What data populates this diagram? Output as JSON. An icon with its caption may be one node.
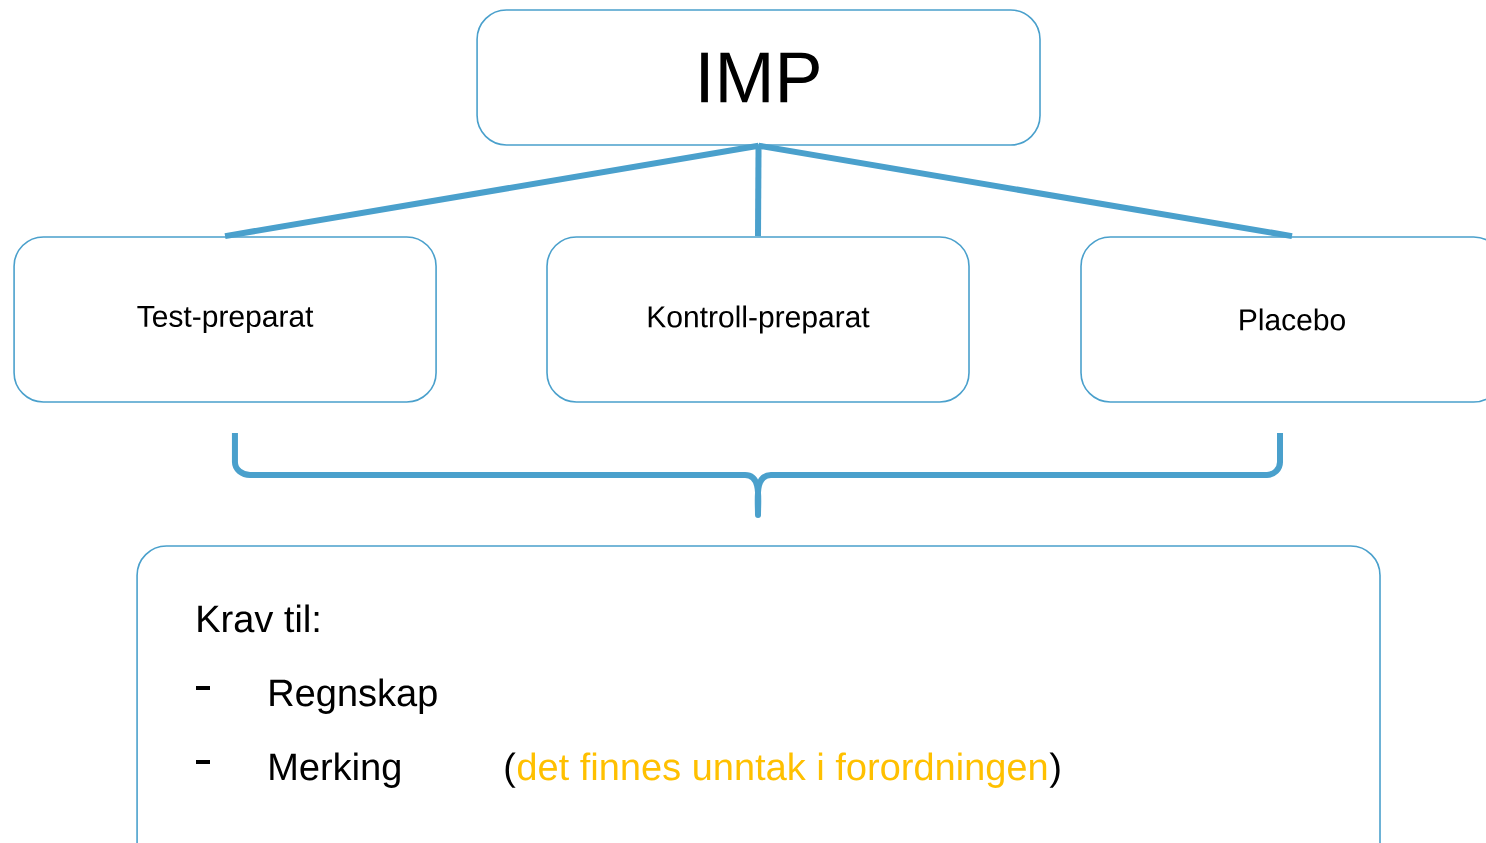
{
  "diagram": {
    "nodes": [
      {
        "text": [
          "IMP"
        ]
      },
      {
        "text": [
          "Test-preparat"
        ]
      },
      {
        "text": [
          "Kontroll-preparat"
        ]
      },
      {
        "text": [
          "Placebo"
        ]
      },
      {
        "text": [
          "Krav til:",
          "Regnskap",
          "Merking",
          "(",
          "det finnes unntak i forordningen",
          ")"
        ]
      }
    ],
    "edges": [
      {
        "from": 0,
        "to": 1,
        "arrow": "none"
      },
      {
        "from": 0,
        "to": 2,
        "arrow": "none"
      },
      {
        "from": 0,
        "to": 3,
        "arrow": "none"
      }
    ]
  }
}
